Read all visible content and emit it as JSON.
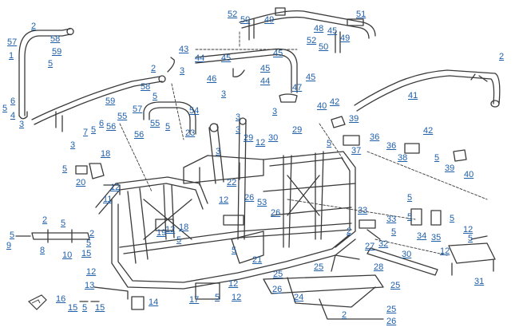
{
  "callouts": {
    "c1": "1",
    "c2": "2",
    "c3": "3",
    "c4": "4",
    "c5": "5",
    "c6": "6",
    "c7": "7",
    "c8": "8",
    "c9": "9",
    "c10": "10",
    "c11": "11",
    "c12": "12",
    "c13": "13",
    "c14": "14",
    "c15": "15",
    "c16": "16",
    "c17": "17",
    "c18": "18",
    "c19": "19",
    "c20": "20",
    "c21": "21",
    "c22": "22",
    "c23": "23",
    "c24": "24",
    "c25": "25",
    "c26": "26",
    "c27": "27",
    "c28": "28",
    "c29": "29",
    "c30": "30",
    "c31": "31",
    "c32": "32",
    "c33": "33",
    "c34": "34",
    "c35": "35",
    "c36": "36",
    "c37": "37",
    "c38": "38",
    "c39": "39",
    "c40": "40",
    "c41": "41",
    "c42": "42",
    "c43": "43",
    "c44": "44",
    "c45": "45",
    "c46": "46",
    "c47": "47",
    "c48": "48",
    "c49": "49",
    "c50": "50",
    "c51": "51",
    "c52": "52",
    "c53": "53",
    "c54": "54",
    "c55": "55",
    "c56": "56",
    "c57": "57",
    "c58": "58",
    "c59": "59"
  },
  "colors": {
    "line": "#3a3a3a",
    "callout": "#1f5fa8"
  },
  "icons": {
    "front_arrow": "front-direction-arrow-icon"
  }
}
